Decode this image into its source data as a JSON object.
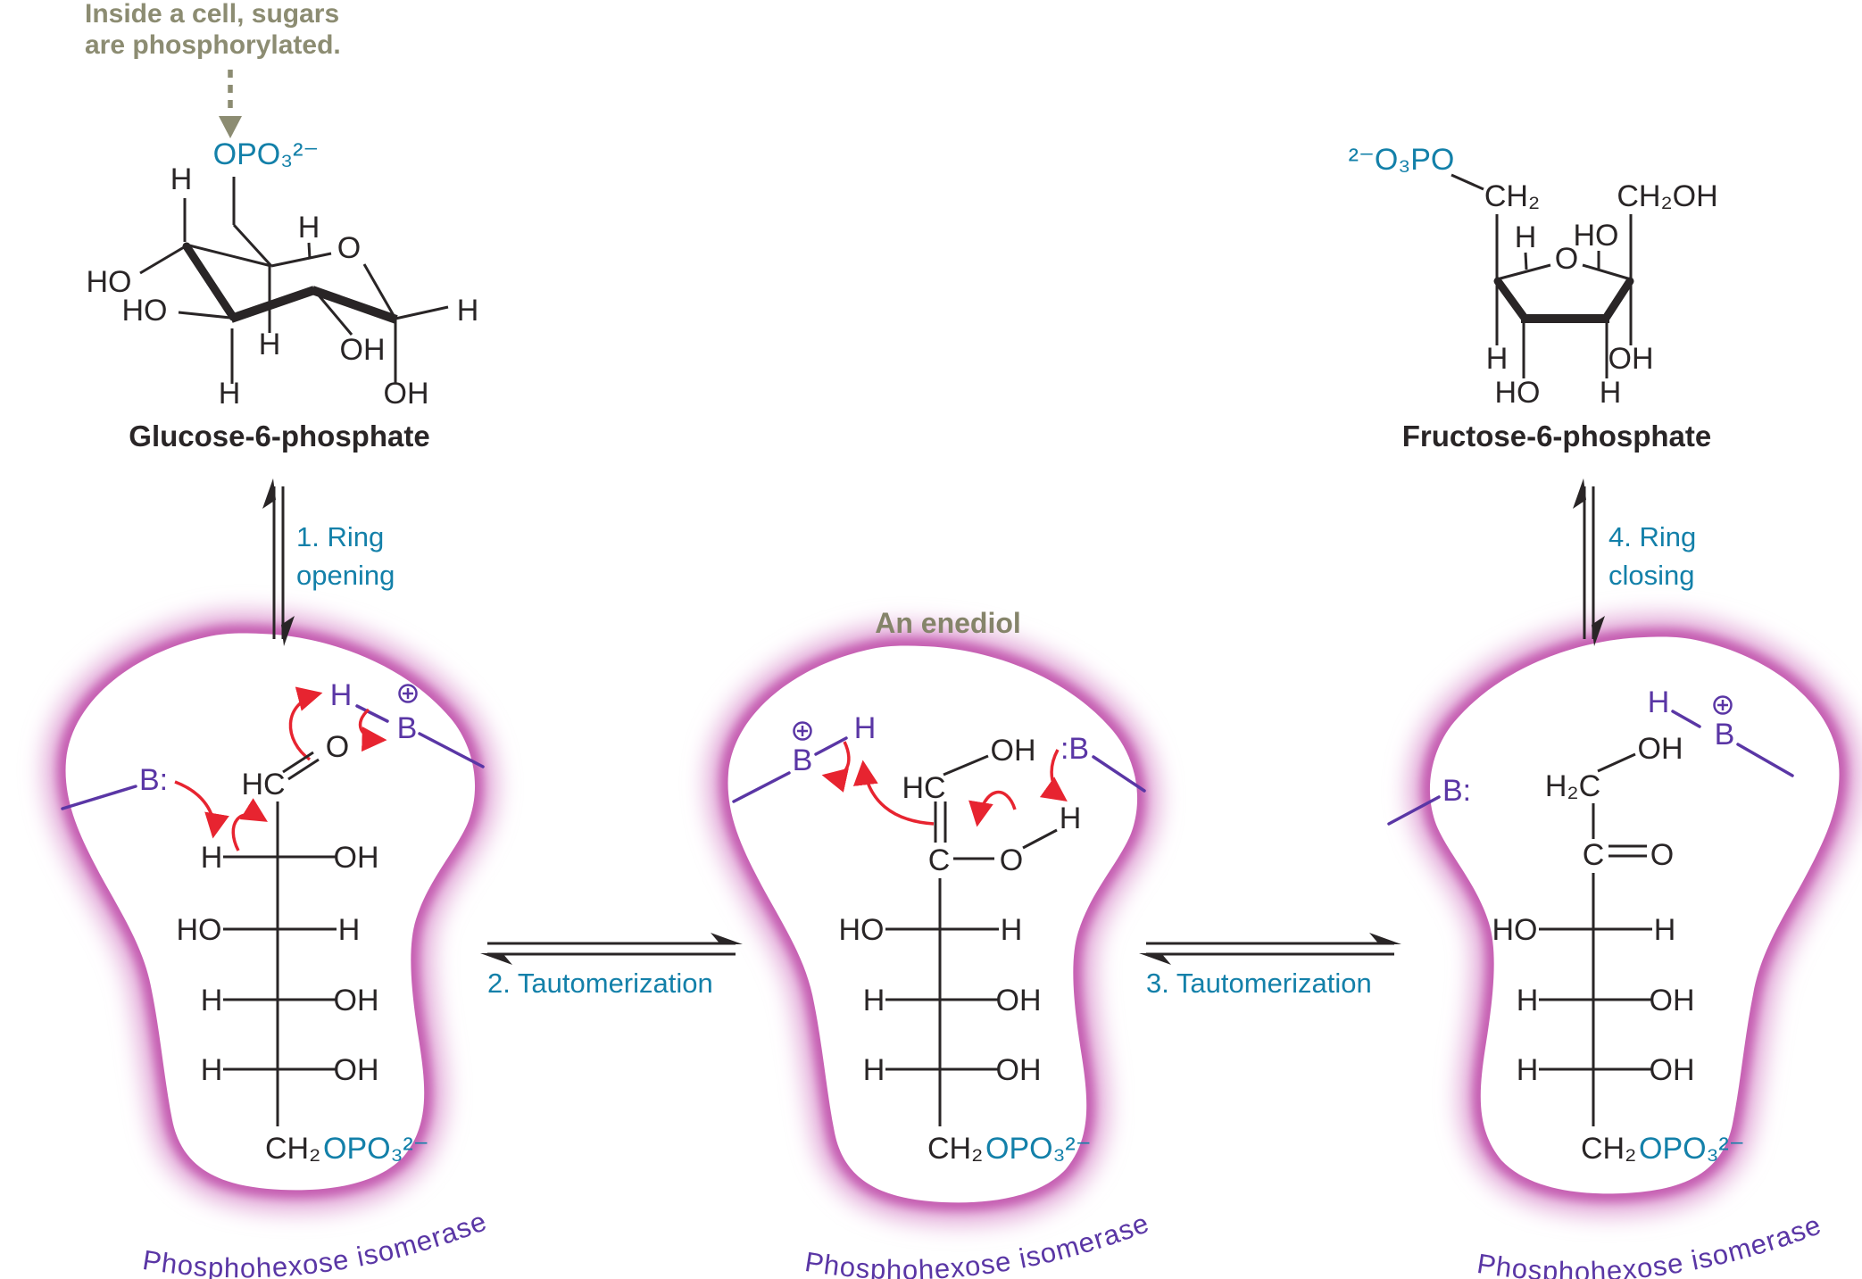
{
  "callout": {
    "line1": "Inside a cell, sugars",
    "line2": "are phosphorylated."
  },
  "captions": {
    "glucose": "Glucose-6-phosphate",
    "fructose": "Fructose-6-phosphate",
    "enediol": "An enediol"
  },
  "steps": {
    "s1a": "1. Ring",
    "s1b": "opening",
    "s2": "2. Tautomerization",
    "s3": "3. Tautomerization",
    "s4a": "4. Ring",
    "s4b": "closing"
  },
  "enzyme": {
    "name": "Phosphohexose isomerase"
  },
  "atoms": {
    "h": "H",
    "o": "O",
    "c": "C",
    "oh": "OH",
    "ho": "HO",
    "hc": "HC",
    "h2c": "H₂C",
    "ch2": "CH₂",
    "ch2oh": "CH₂OH",
    "opo3": "OPO₃²⁻",
    "o3po": "²⁻O₃PO",
    "b": "B",
    "b_colon": "B:",
    "colon_b": ":B"
  },
  "colors": {
    "teal": "#1380a9",
    "purple": "#5a36a5",
    "red": "#e72430",
    "olive": "#8c8c72",
    "ink": "#292526",
    "pink_inner": "#c45cb0",
    "pink_outer": "#e2a9d8"
  }
}
